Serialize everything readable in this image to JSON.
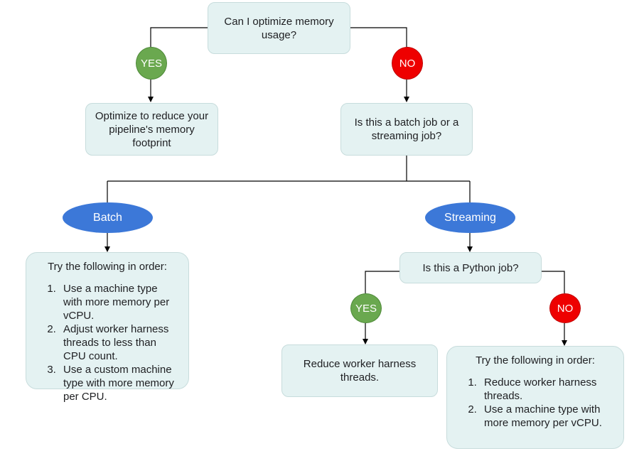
{
  "nodes": {
    "q_memory": "Can I optimize memory usage?",
    "yes_1": "YES",
    "no_1": "NO",
    "optimize": "Optimize to reduce your pipeline's memory footprint",
    "q_batch_stream": "Is this a batch job or a streaming job?",
    "batch": "Batch",
    "streaming": "Streaming",
    "batch_steps": {
      "heading": "Try the following in order:",
      "items": [
        "Use a machine type with more memory per vCPU.",
        "Adjust worker harness threads to less than CPU count.",
        "Use a custom machine type with more memory per CPU."
      ]
    },
    "q_python": "Is this a Python job?",
    "yes_2": "YES",
    "no_2": "NO",
    "reduce_threads": "Reduce worker harness threads.",
    "python_no_steps": {
      "heading": "Try the following in order:",
      "items": [
        "Reduce worker harness threads.",
        "Use a machine type with more memory per vCPU."
      ]
    }
  },
  "colors": {
    "box_fill": "#e4f2f2",
    "yes": "#6aa84f",
    "no": "#ee0000",
    "oval": "#3c78d8",
    "line": "#000000"
  }
}
